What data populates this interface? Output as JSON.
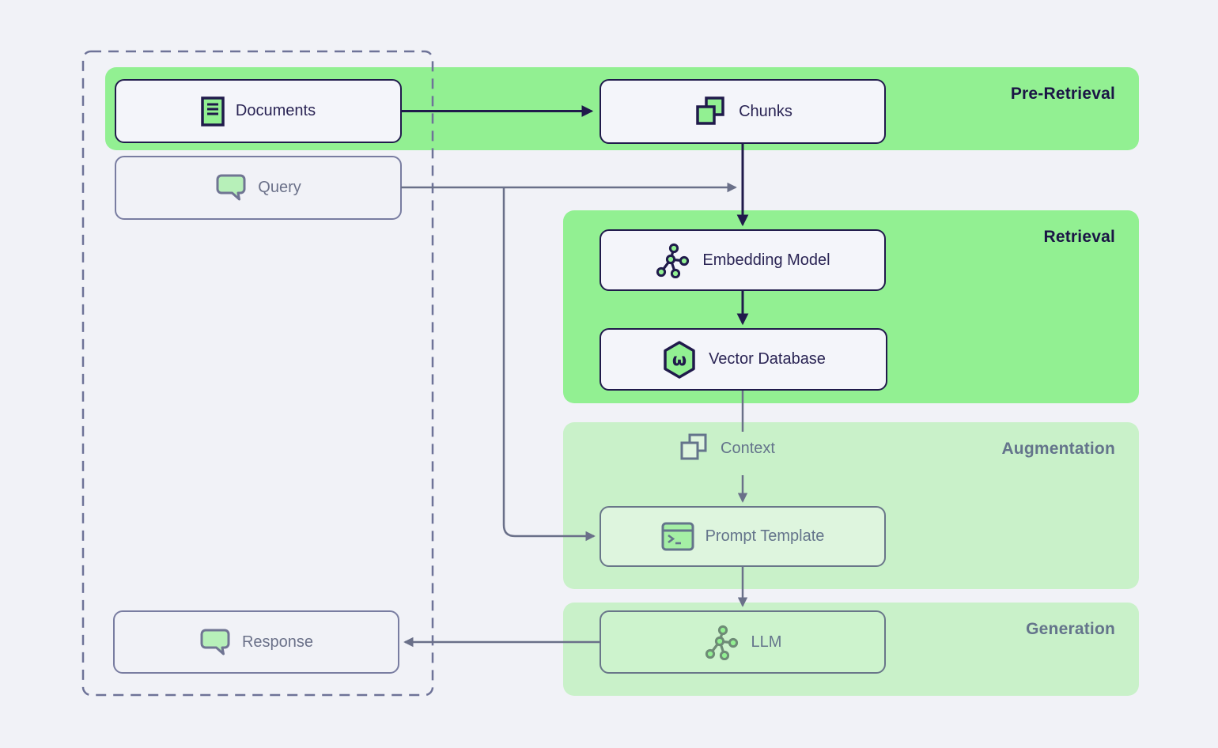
{
  "bands": [
    {
      "id": "pre-retrieval",
      "label": "Pre-Retrieval"
    },
    {
      "id": "retrieval",
      "label": "Retrieval"
    },
    {
      "id": "augmentation",
      "label": "Augmentation"
    },
    {
      "id": "generation",
      "label": "Generation"
    }
  ],
  "nodes": [
    {
      "id": "documents",
      "label": "Documents",
      "icon": "document-icon"
    },
    {
      "id": "chunks",
      "label": "Chunks",
      "icon": "chunks-icon"
    },
    {
      "id": "query",
      "label": "Query",
      "icon": "speech-bubble-icon"
    },
    {
      "id": "embedding-model",
      "label": "Embedding Model",
      "icon": "network-icon"
    },
    {
      "id": "vector-database",
      "label": "Vector Database",
      "icon": "hexagon-database-icon"
    },
    {
      "id": "context",
      "label": "Context",
      "icon": "copy-icon"
    },
    {
      "id": "prompt-template",
      "label": "Prompt Template",
      "icon": "terminal-icon"
    },
    {
      "id": "llm",
      "label": "LLM",
      "icon": "network-icon"
    },
    {
      "id": "response",
      "label": "Response",
      "icon": "speech-bubble-icon"
    }
  ],
  "edges": [
    {
      "from": "documents",
      "to": "chunks"
    },
    {
      "from": "chunks",
      "to": "embedding-model"
    },
    {
      "from": "query",
      "to": "embedding-model"
    },
    {
      "from": "query",
      "to": "prompt-template"
    },
    {
      "from": "embedding-model",
      "to": "vector-database"
    },
    {
      "from": "vector-database",
      "to": "context"
    },
    {
      "from": "context",
      "to": "prompt-template"
    },
    {
      "from": "prompt-template",
      "to": "llm"
    },
    {
      "from": "llm",
      "to": "response"
    }
  ],
  "colors": {
    "background": "#F1F2F7",
    "band_green_bright": "#92F092",
    "band_green_pale": "#C9F1C9",
    "node_fill": "#F4F5FA",
    "prompt_template_fill": "#DEF5DE",
    "llm_fill": "#CDF3CD",
    "icon_green": "#92F092",
    "ink_dark": "#201A4B",
    "ink_slate": "#6A7089",
    "muted_text": "#64748B"
  }
}
